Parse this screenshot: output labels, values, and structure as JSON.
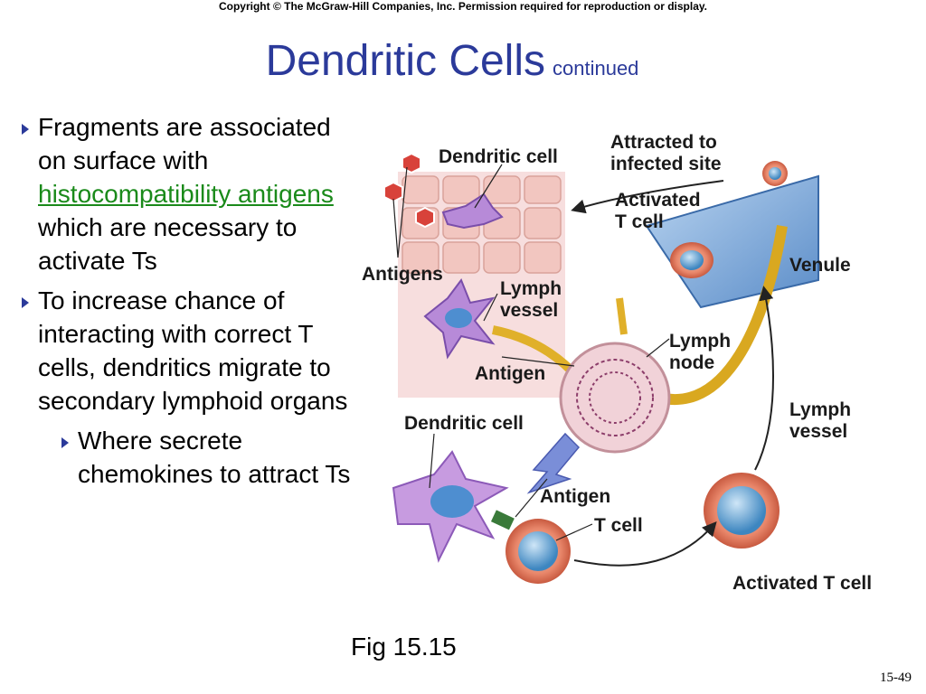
{
  "copyright": "Copyright © The McGraw-Hill Companies, Inc. Permission required for reproduction or display.",
  "title": {
    "main": "Dendritic Cells",
    "suffix": "continued"
  },
  "bullets": [
    {
      "pre": "Fragments are associated on surface with ",
      "link": "histocompatibility antigens",
      "post": " which are necessary to activate Ts"
    },
    {
      "text": "To increase chance of interacting with correct T cells, dendritics migrate to secondary lymphoid organs"
    }
  ],
  "sub_bullet": "Where secrete chemokines to attract Ts",
  "figure": {
    "labels": {
      "dendritic_cell_top": "Dendritic cell",
      "attracted_1": "Attracted to",
      "attracted_2": "infected site",
      "activated_1": "Activated",
      "activated_2": "T cell",
      "antigens": "Antigens",
      "venule": "Venule",
      "lymph_vessel_top_1": "Lymph",
      "lymph_vessel_top_2": "vessel",
      "lymph_node_1": "Lymph",
      "lymph_node_2": "node",
      "antigen_mid": "Antigen",
      "dendritic_cell_bottom": "Dendritic cell",
      "lymph_vessel_right_1": "Lymph",
      "lymph_vessel_right_2": "vessel",
      "antigen_bottom": "Antigen",
      "t_cell": "T cell",
      "activated_t_cell": "Activated T cell"
    }
  },
  "fig_caption": "Fig 15.15",
  "slide_number": "15-49",
  "colors": {
    "title": "#2b3a9a",
    "link": "#1a8a1a",
    "bullet_arrow": "#2b3a9a"
  }
}
